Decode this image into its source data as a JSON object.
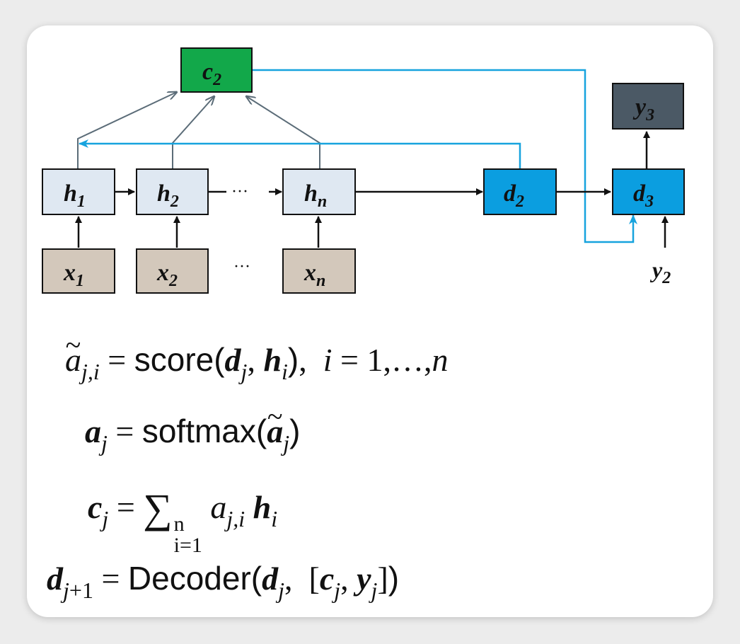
{
  "colors": {
    "context": "#12a84a",
    "encoder_hidden": "#dfe8f2",
    "input": "#d3c8bb",
    "decoder": "#0b9ee0",
    "output": "#4b5965",
    "attention_arrow": "#5b6c78",
    "flow_arrow": "#17a3de"
  },
  "nodes": {
    "c2": {
      "base": "c",
      "sub": "2"
    },
    "y3": {
      "base": "y",
      "sub": "3"
    },
    "h1": {
      "base": "h",
      "sub": "1"
    },
    "h2": {
      "base": "h",
      "sub": "2"
    },
    "hn": {
      "base": "h",
      "sub": "n"
    },
    "d2": {
      "base": "d",
      "sub": "2"
    },
    "d3": {
      "base": "d",
      "sub": "3"
    },
    "x1": {
      "base": "x",
      "sub": "1"
    },
    "x2": {
      "base": "x",
      "sub": "2"
    },
    "xn": {
      "base": "x",
      "sub": "n"
    },
    "y2": {
      "base": "y",
      "sub": "2"
    }
  },
  "ellipsis": "···",
  "equations": {
    "eq1": {
      "score_fn": "score",
      "range_text": "1,…,"
    },
    "eq2": {
      "fn": "softmax"
    },
    "eq3": {
      "sum_upper": "n",
      "sum_lower": "i=1"
    },
    "eq4": {
      "fn": "Decoder"
    }
  }
}
